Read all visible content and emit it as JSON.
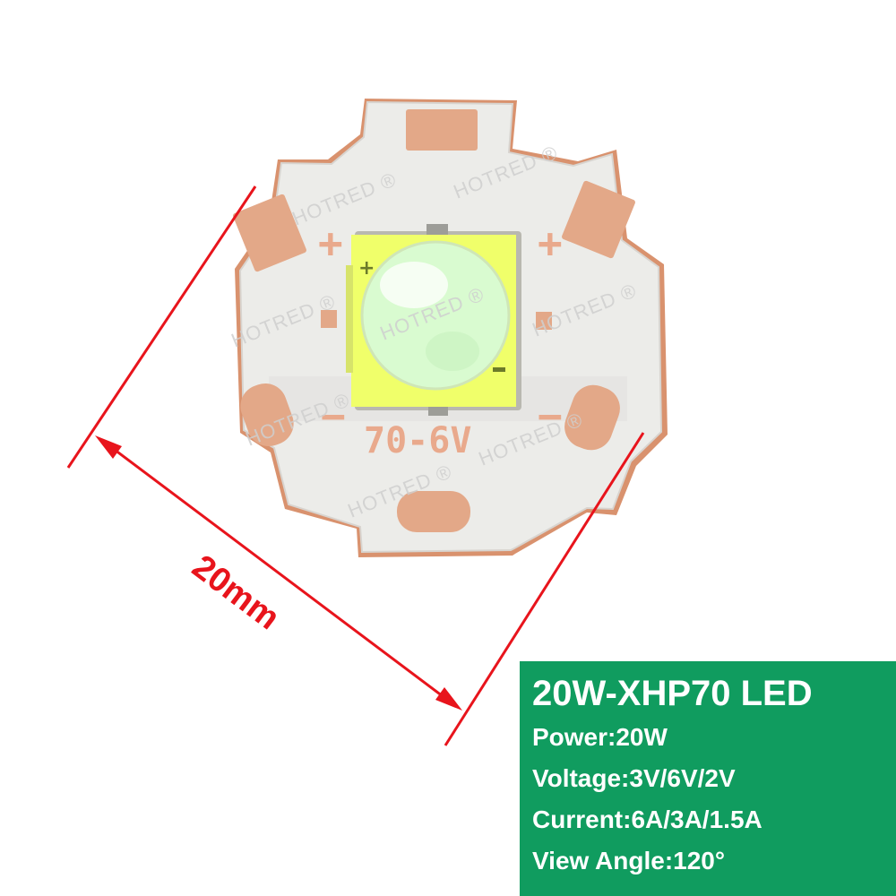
{
  "pcb": {
    "board_mark": "70-6V",
    "plus_symbol": "+",
    "minus_symbol": "−"
  },
  "watermark": {
    "text": "HOTRED ®"
  },
  "dimension": {
    "label": "20mm"
  },
  "specs": {
    "title": "20W-XHP70 LED",
    "lines": [
      "Power:20W",
      "Voltage:3V/6V/2V",
      "Current:6A/3A/1.5A",
      "View Angle:120°"
    ]
  },
  "colors": {
    "board_white": "#ecece9",
    "copper": "#e3a888",
    "led_yellow": "#f0ff6a",
    "dimension_red": "#e8141c",
    "panel_green": "#109c5f"
  }
}
